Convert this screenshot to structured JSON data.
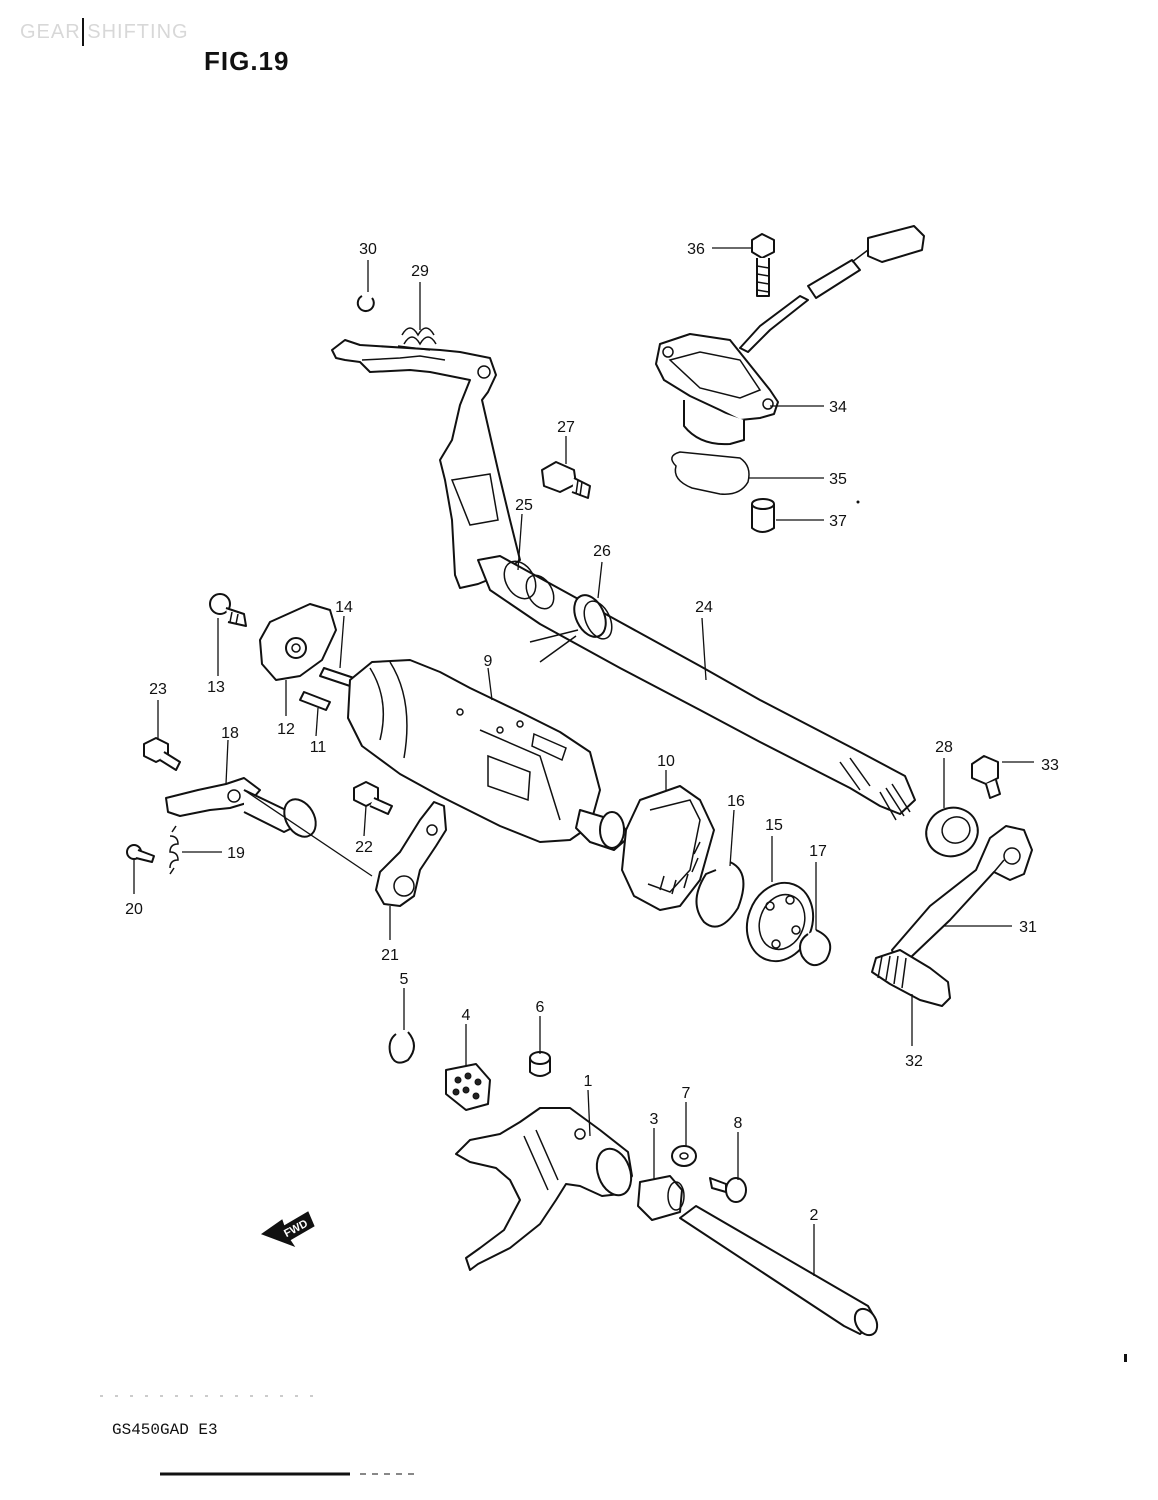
{
  "header": {
    "section_title": "GEAR SHIFTING",
    "figure_label": "FIG.19"
  },
  "footer": {
    "model_code": "GS450GAD E3"
  },
  "direction_arrow": {
    "label": "FWD"
  },
  "callouts": [
    "1",
    "2",
    "3",
    "4",
    "5",
    "6",
    "7",
    "8",
    "9",
    "10",
    "11",
    "12",
    "13",
    "14",
    "15",
    "16",
    "17",
    "18",
    "19",
    "20",
    "21",
    "22",
    "23",
    "24",
    "25",
    "26",
    "27",
    "28",
    "29",
    "30",
    "31",
    "32",
    "33",
    "34",
    "35",
    "36",
    "37"
  ]
}
